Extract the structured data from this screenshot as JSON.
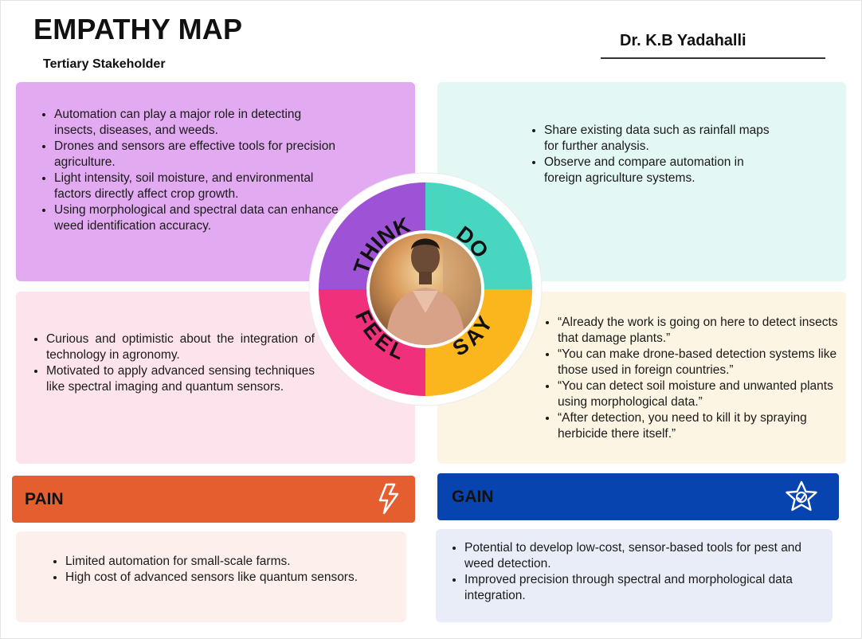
{
  "header": {
    "title": "EMPATHY MAP",
    "subtitle": "Tertiary Stakeholder",
    "author": "Dr. K.B Yadahalli"
  },
  "wheel": {
    "think_label": "THINK",
    "do_label": "DO",
    "feel_label": "FEEL",
    "say_label": "SAY",
    "colors": {
      "think": "#9e52d6",
      "do": "#48d6c0",
      "feel": "#f0307a",
      "say": "#fbb61e"
    }
  },
  "think": {
    "items": [
      "Automation can play a major role in detecting insects, diseases, and weeds.",
      "Drones and sensors are effective tools for precision agriculture.",
      "Light intensity, soil moisture, and environmental factors directly affect crop growth.",
      "Using morphological and spectral data can enhance weed identification accuracy."
    ]
  },
  "do": {
    "items": [
      "Share existing data such as rainfall maps for further analysis.",
      "Observe and compare automation in foreign agriculture systems."
    ]
  },
  "feel": {
    "items": [
      "Curious and optimistic about the integration of technology in agronomy.",
      "Motivated to apply advanced sensing techniques like spectral imaging and quantum sensors."
    ]
  },
  "say": {
    "items": [
      "“Already the work is going on here to detect insects that damage plants.”",
      "“You can make drone-based detection systems like those used in foreign countries.”",
      "“You can detect soil moisture and unwanted plants using morphological data.”",
      "“After detection, you need to kill it by spraying herbicide there itself.”"
    ]
  },
  "pain": {
    "label": "PAIN",
    "icon": "lightning-icon",
    "items": [
      "Limited automation for small-scale farms.",
      "High cost of advanced sensors like quantum sensors."
    ]
  },
  "gain": {
    "label": "GAIN",
    "icon": "star-badge-icon",
    "items": [
      "Potential to develop low-cost, sensor-based tools for pest and weed detection.",
      "Improved precision through spectral and morphological data integration."
    ]
  }
}
